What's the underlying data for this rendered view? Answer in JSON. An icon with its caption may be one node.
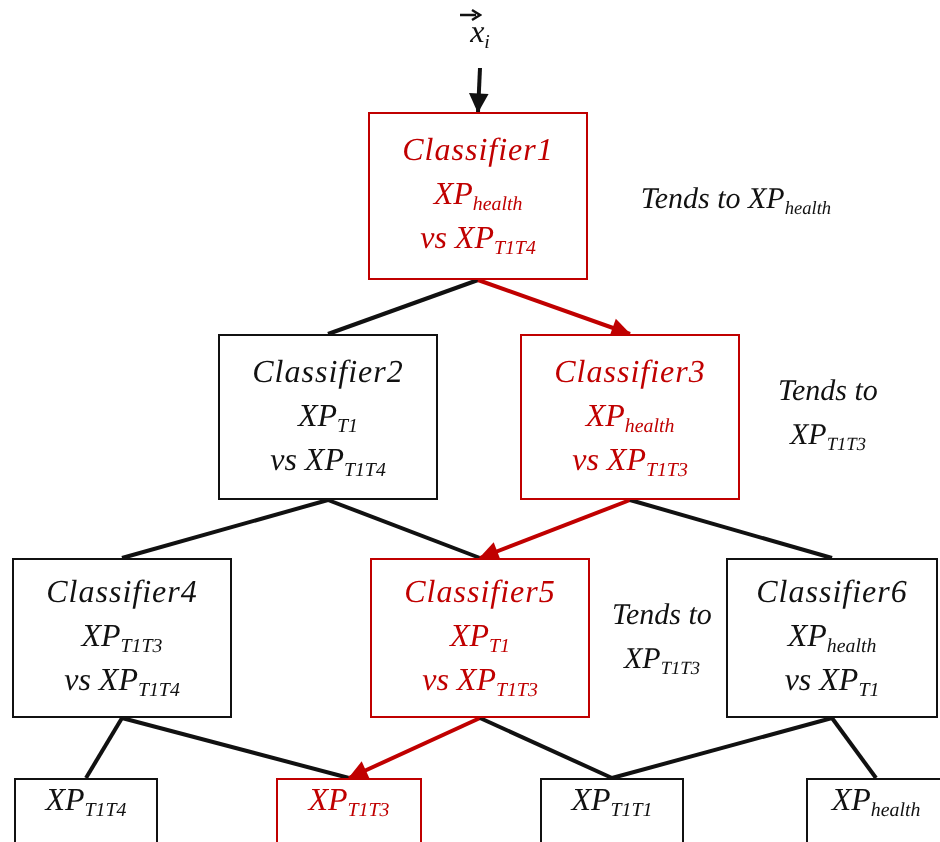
{
  "diagram": {
    "nodes": [
      {
        "text": [
          "x$_{i}$"
        ]
      },
      {
        "text": [
          "Classifier1",
          "XP$_{health}$",
          "vs XP$_{T1T4}$"
        ],
        "beside": [
          "Tends to XP$_{health}$"
        ]
      },
      {
        "text": [
          "Classifier2",
          "XP$_{T1}$",
          "vs XP$_{T1T4}$"
        ]
      },
      {
        "text": [
          "Classifier3",
          "XP$_{health}$",
          "vs XP$_{T1T3}$"
        ],
        "beside": [
          "Tends to XP$_{T1T3}$"
        ]
      },
      {
        "text": [
          "Classifier4",
          "XP$_{T1T3}$",
          "vs XP$_{T1T4}$"
        ]
      },
      {
        "text": [
          "Classifier5",
          "XP$_{T1}$",
          "vs XP$_{T1T3}$"
        ],
        "beside": [
          "Tends to XP$_{T1T3}$"
        ]
      },
      {
        "text": [
          "Classifier6",
          "XP$_{health}$",
          "vs XP$_{T1}$"
        ]
      },
      {
        "text": [
          "XP$_{T1T4}$"
        ]
      },
      {
        "text": [
          "XP$_{T1T3}$"
        ]
      },
      {
        "text": [
          "XP$_{T1T1}$"
        ]
      },
      {
        "text": [
          "XP$_{health}$"
        ]
      }
    ],
    "edges": [
      {
        "from": 0,
        "to": 1,
        "arrow": "to"
      },
      {
        "from": 1,
        "to": 2,
        "arrow": "none"
      },
      {
        "from": 1,
        "to": 3,
        "arrow": "to",
        "color": "#c00000"
      },
      {
        "from": 2,
        "to": 4,
        "arrow": "none"
      },
      {
        "from": 2,
        "to": 5,
        "arrow": "none"
      },
      {
        "from": 3,
        "to": 5,
        "arrow": "to",
        "color": "#c00000"
      },
      {
        "from": 3,
        "to": 6,
        "arrow": "none"
      },
      {
        "from": 4,
        "to": 7,
        "arrow": "none"
      },
      {
        "from": 4,
        "to": 8,
        "arrow": "none"
      },
      {
        "from": 5,
        "to": 8,
        "arrow": "to",
        "color": "#c00000"
      },
      {
        "from": 5,
        "to": 9,
        "arrow": "none"
      },
      {
        "from": 6,
        "to": 9,
        "arrow": "none"
      },
      {
        "from": 6,
        "to": 10,
        "arrow": "none"
      }
    ]
  }
}
